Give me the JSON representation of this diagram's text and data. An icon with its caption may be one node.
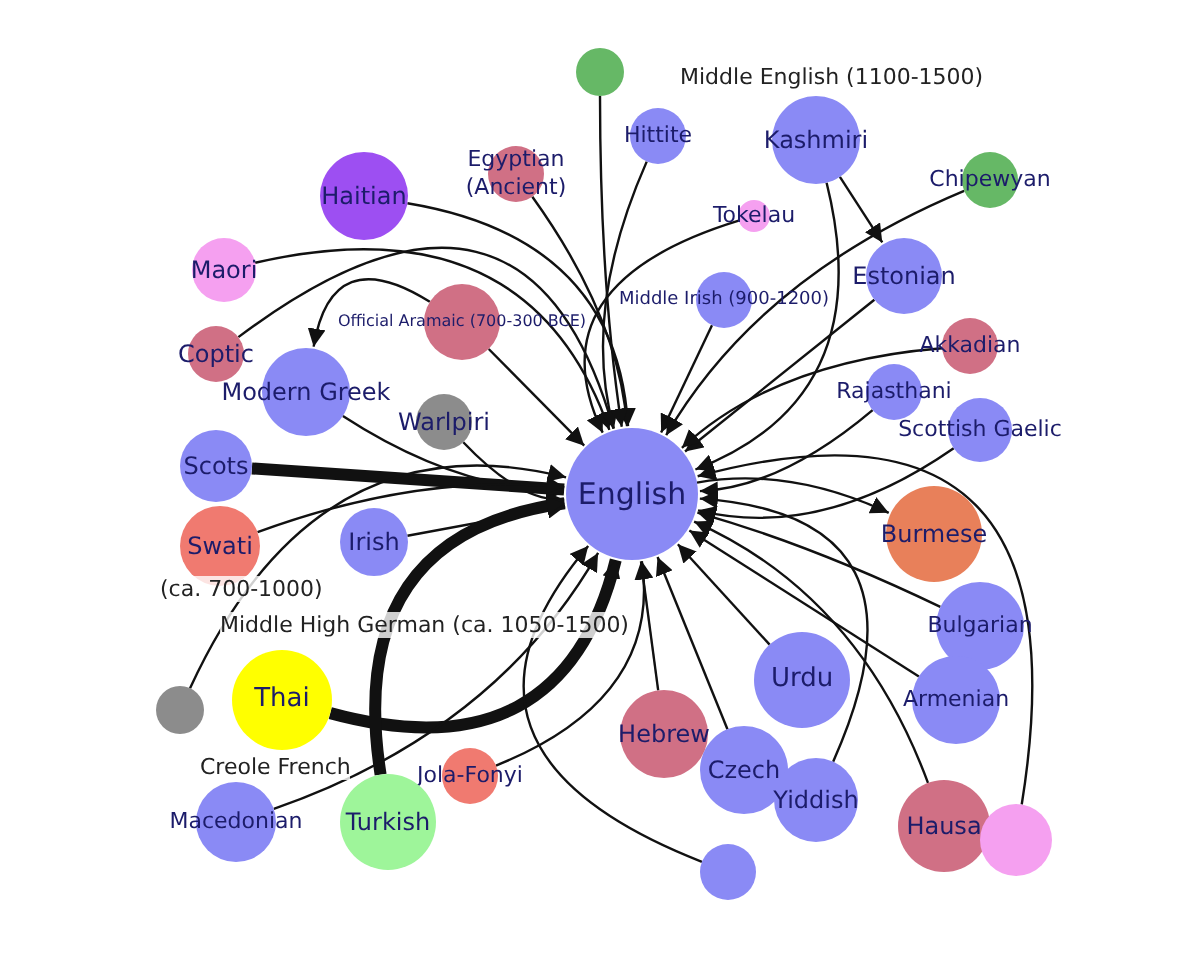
{
  "diagram": {
    "nodes": [
      {
        "text": [
          "English"
        ]
      },
      {
        "text": [
          "Haitian"
        ]
      },
      {
        "text": [
          "Egyptian (Ancient)"
        ]
      },
      {
        "text": [
          "Maori"
        ]
      },
      {
        "text": [
          "Official Aramaic (700-300 BCE)"
        ]
      },
      {
        "text": [
          "Coptic"
        ]
      },
      {
        "text": [
          "Modern Greek"
        ]
      },
      {
        "text": [
          "Warlpiri"
        ]
      },
      {
        "text": [
          "Scots"
        ]
      },
      {
        "text": [
          "Swati"
        ]
      },
      {
        "text": [
          "Irish"
        ]
      },
      {
        "text": [
          "Thai"
        ]
      },
      {
        "text": [
          "Jola-Fonyi"
        ]
      },
      {
        "text": [
          "Turkish"
        ]
      },
      {
        "text": [
          "Macedonian"
        ]
      },
      {
        "text": [
          "Hittite"
        ]
      },
      {
        "text": [
          "Kashmiri"
        ]
      },
      {
        "text": [
          "Tokelau"
        ]
      },
      {
        "text": [
          "Middle Irish (900-1200)"
        ]
      },
      {
        "text": [
          "Estonian"
        ]
      },
      {
        "text": [
          "Akkadian"
        ]
      },
      {
        "text": [
          "Rajasthani"
        ]
      },
      {
        "text": [
          "Scottish Gaelic"
        ]
      },
      {
        "text": [
          "Chipewyan"
        ]
      },
      {
        "text": [
          "Burmese"
        ]
      },
      {
        "text": [
          "Bulgarian"
        ]
      },
      {
        "text": [
          "Urdu"
        ]
      },
      {
        "text": [
          "Armenian"
        ]
      },
      {
        "text": [
          "Hebrew"
        ]
      },
      {
        "text": [
          "Czech"
        ]
      },
      {
        "text": [
          "Yiddish"
        ]
      },
      {
        "text": [
          "Hausa"
        ]
      },
      {
        "text": [],
        "shape": "circle"
      },
      {
        "text": [],
        "shape": "circle"
      },
      {
        "text": [],
        "shape": "circle"
      },
      {
        "text": [],
        "shape": "circle"
      }
    ],
    "edges": [
      {
        "from": 1,
        "to": 0,
        "arrow": "to"
      },
      {
        "from": 2,
        "to": 0,
        "arrow": "to"
      },
      {
        "from": 3,
        "to": 0,
        "arrow": "to"
      },
      {
        "from": 4,
        "to": 0,
        "arrow": "to"
      },
      {
        "from": 5,
        "to": 0,
        "arrow": "to"
      },
      {
        "from": 6,
        "to": 0,
        "arrow": "to"
      },
      {
        "from": 7,
        "to": 0,
        "arrow": "to"
      },
      {
        "from": 8,
        "to": 0,
        "arrow": "to",
        "style": "thick"
      },
      {
        "from": 9,
        "to": 0,
        "arrow": "to"
      },
      {
        "from": 10,
        "to": 0,
        "arrow": "to"
      },
      {
        "from": 11,
        "to": 0,
        "arrow": "to",
        "style": "thick"
      },
      {
        "from": 12,
        "to": 0,
        "arrow": "to"
      },
      {
        "from": 13,
        "to": 0,
        "arrow": "to",
        "style": "thick"
      },
      {
        "from": 14,
        "to": 0,
        "arrow": "to"
      },
      {
        "from": 15,
        "to": 0,
        "arrow": "to"
      },
      {
        "from": 16,
        "to": 0,
        "arrow": "to"
      },
      {
        "from": 17,
        "to": 0,
        "arrow": "to"
      },
      {
        "from": 18,
        "to": 0,
        "arrow": "to"
      },
      {
        "from": 19,
        "to": 0,
        "arrow": "to"
      },
      {
        "from": 20,
        "to": 0,
        "arrow": "to"
      },
      {
        "from": 21,
        "to": 0,
        "arrow": "to"
      },
      {
        "from": 22,
        "to": 0,
        "arrow": "to"
      },
      {
        "from": 23,
        "to": 0,
        "arrow": "to"
      },
      {
        "from": 0,
        "to": 24,
        "arrow": "to"
      },
      {
        "from": 25,
        "to": 0,
        "arrow": "to"
      },
      {
        "from": 26,
        "to": 0,
        "arrow": "to"
      },
      {
        "from": 27,
        "to": 0,
        "arrow": "to"
      },
      {
        "from": 28,
        "to": 0,
        "arrow": "to"
      },
      {
        "from": 29,
        "to": 0,
        "arrow": "to"
      },
      {
        "from": 30,
        "to": 0,
        "arrow": "to"
      },
      {
        "from": 31,
        "to": 0,
        "arrow": "to"
      },
      {
        "from": 32,
        "to": 0,
        "arrow": "to"
      },
      {
        "from": 33,
        "to": 0,
        "arrow": "to"
      },
      {
        "from": 34,
        "to": 0,
        "arrow": "to"
      },
      {
        "from": 35,
        "to": 0,
        "arrow": "to"
      },
      {
        "from": 4,
        "to": 6,
        "arrow": "to"
      },
      {
        "from": 16,
        "to": 19,
        "arrow": "to"
      }
    ],
    "labels": [
      "Middle English (1100-1500)",
      "(ca. 700-1000)",
      "Middle High German (ca. 1050-1500)",
      "Creole French"
    ]
  }
}
